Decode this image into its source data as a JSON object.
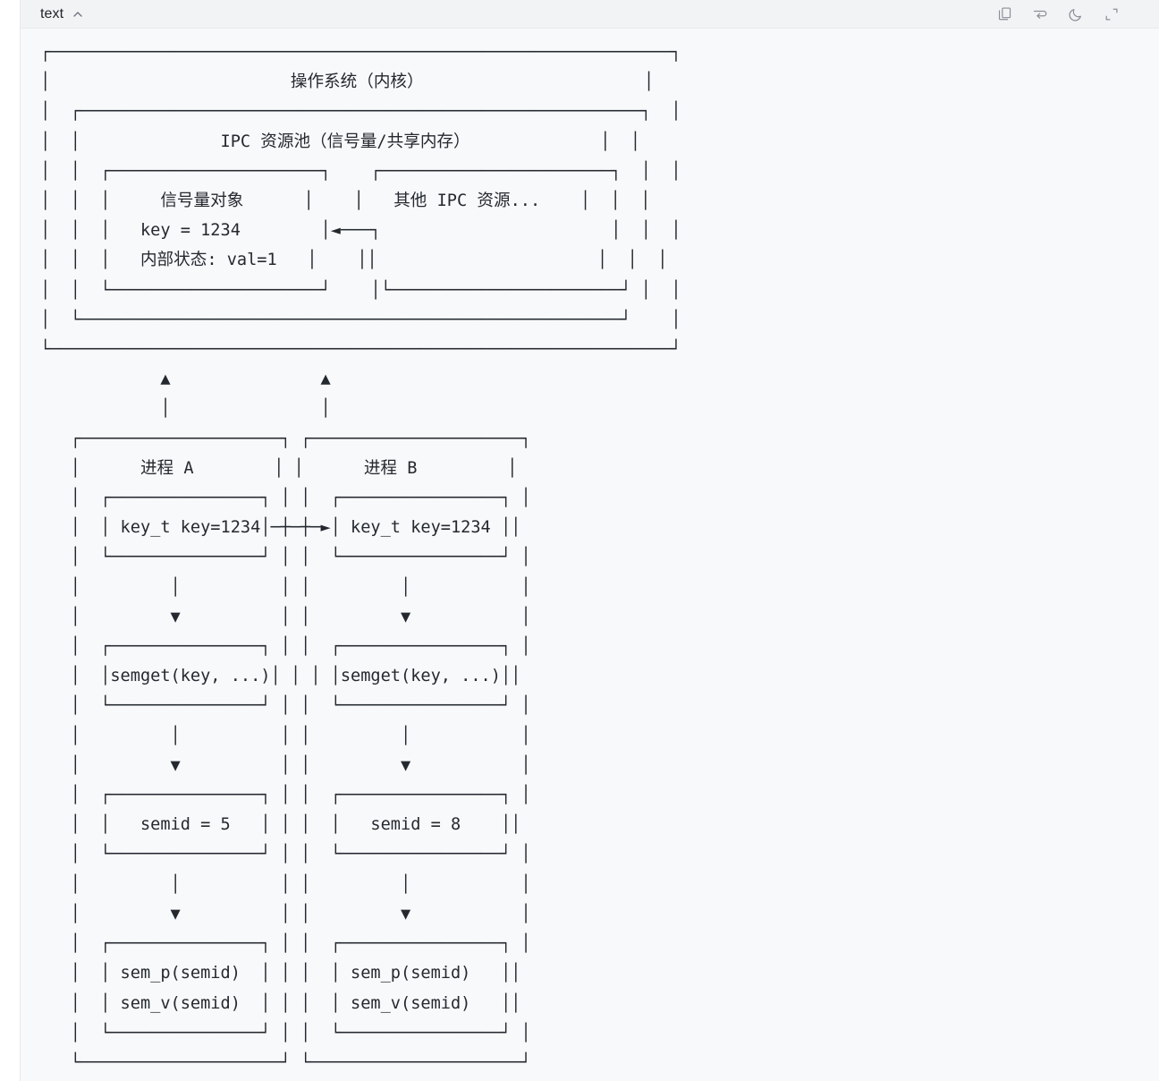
{
  "header": {
    "language_label": "text",
    "collapse_icon": "chevron-up-icon",
    "actions": [
      {
        "name": "copy-icon",
        "title": "copy"
      },
      {
        "name": "wrap-text-icon",
        "title": "wrap"
      },
      {
        "name": "moon-icon",
        "title": "dark-mode"
      },
      {
        "name": "expand-icon",
        "title": "expand"
      }
    ]
  },
  "colors": {
    "page_background": "#ffffff",
    "card_background": "#f8f9fb",
    "header_background": "#f2f3f5",
    "border": "#e6e8eb",
    "text": "#24292f",
    "label_text": "#1f2328",
    "icon": "#8a8f98"
  },
  "diagram": {
    "type": "ascii-art-diagram",
    "title_text": "操作系统（内核）",
    "labels": {
      "kernel": "操作系统（内核）",
      "ipc_pool": "IPC 资源池（信号量/共享内存）",
      "semaphore_object": "信号量对象",
      "semaphore_key": "key = 1234",
      "semaphore_state": "内部状态: val=1",
      "other_ipc": "其他 IPC 资源...",
      "process_a": "进程 A",
      "process_b": "进程 B",
      "key_t_a": "key_t key=1234",
      "key_t_b": "key_t key=1234",
      "semget_a": "semget(key, ...)",
      "semget_b": "semget(key, ...)",
      "semid_a": "semid = 5",
      "semid_b": "semid = 8",
      "sem_p_a": "sem_p(semid)",
      "sem_v_a": "sem_v(semid)",
      "sem_p_b": "sem_p(semid)",
      "sem_v_b": "sem_v(semid)"
    },
    "art": "┌──────────────────────────────────────────────────────────────┐\n│                        操作系统（内核）                      │\n│  ┌────────────────────────────────────────────────────────┐  │\n│  │              IPC 资源池（信号量/共享内存）             │  │\n│  │  ┌─────────────────────┐    ┌───────────────────────┐  │  │\n│  │  │     信号量对象      │    │   其他 IPC 资源...    │  │  │\n│  │  │   key = 1234        │◄───┐                       │  │  │\n│  │  │   内部状态: val=1   │    ││                      │  │  │\n│  │  └─────────────────────┘    │└───────────────────────┘ │  │\n│  └──────────────────────────────────────────────────────┘    │\n└──────────────────────────────────────────────────────────────┘\n            ▲               ▲\n            │               │\n   ┌────────────────────┐ ┌─────────────────────┐\n   │      进程 A        │ │      进程 B         │\n   │  ┌───────────────┐ │ │  ┌────────────────┐ │\n   │  │ key_t key=1234│─┼─┼─►│ key_t key=1234 ││\n   │  └───────────────┘ │ │  └────────────────┘ │\n   │         │          │ │         │           │\n   │         ▼          │ │         ▼           │\n   │  ┌───────────────┐ │ │  ┌────────────────┐ │\n   │  │semget(key, ...)│ │ │ │semget(key, ...)││\n   │  └───────────────┘ │ │  └────────────────┘ │\n   │         │          │ │         │           │\n   │         ▼          │ │         ▼           │\n   │  ┌───────────────┐ │ │  ┌────────────────┐ │\n   │  │   semid = 5   │ │ │  │   semid = 8    ││\n   │  └───────────────┘ │ │  └────────────────┘ │\n   │         │          │ │         │           │\n   │         ▼          │ │         ▼           │\n   │  ┌───────────────┐ │ │  ┌────────────────┐ │\n   │  │ sem_p(semid)  │ │ │  │ sem_p(semid)   ││\n   │  │ sem_v(semid)  │ │ │  │ sem_v(semid)   ││\n   │  └───────────────┘ │ │  └────────────────┘ │\n   └────────────────────┘ └─────────────────────┘"
  }
}
